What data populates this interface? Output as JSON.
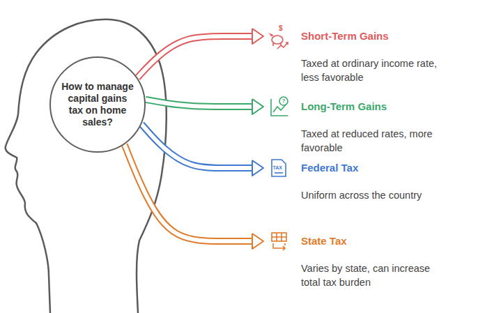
{
  "diagram": {
    "nodes": [
      {
        "text": [
          "How to manage capital gains tax on home sales?"
        ]
      },
      {
        "text": [
          "Short-Term Gains",
          "Taxed at ordinary income rate, less favorable"
        ]
      },
      {
        "text": [
          "Long-Term Gains",
          "Taxed at reduced rates, more favorable"
        ]
      },
      {
        "text": [
          "Federal Tax",
          "Uniform across the country"
        ]
      },
      {
        "text": [
          "State Tax",
          "Varies by state, can increase total tax burden"
        ]
      }
    ],
    "edges": [
      {
        "from": 0,
        "to": 1,
        "arrow": "to"
      },
      {
        "from": 0,
        "to": 2,
        "arrow": "to"
      },
      {
        "from": 0,
        "to": 3,
        "arrow": "to"
      },
      {
        "from": 0,
        "to": 4,
        "arrow": "to"
      }
    ],
    "labels": [
      "$",
      "?",
      "TAX"
    ]
  }
}
